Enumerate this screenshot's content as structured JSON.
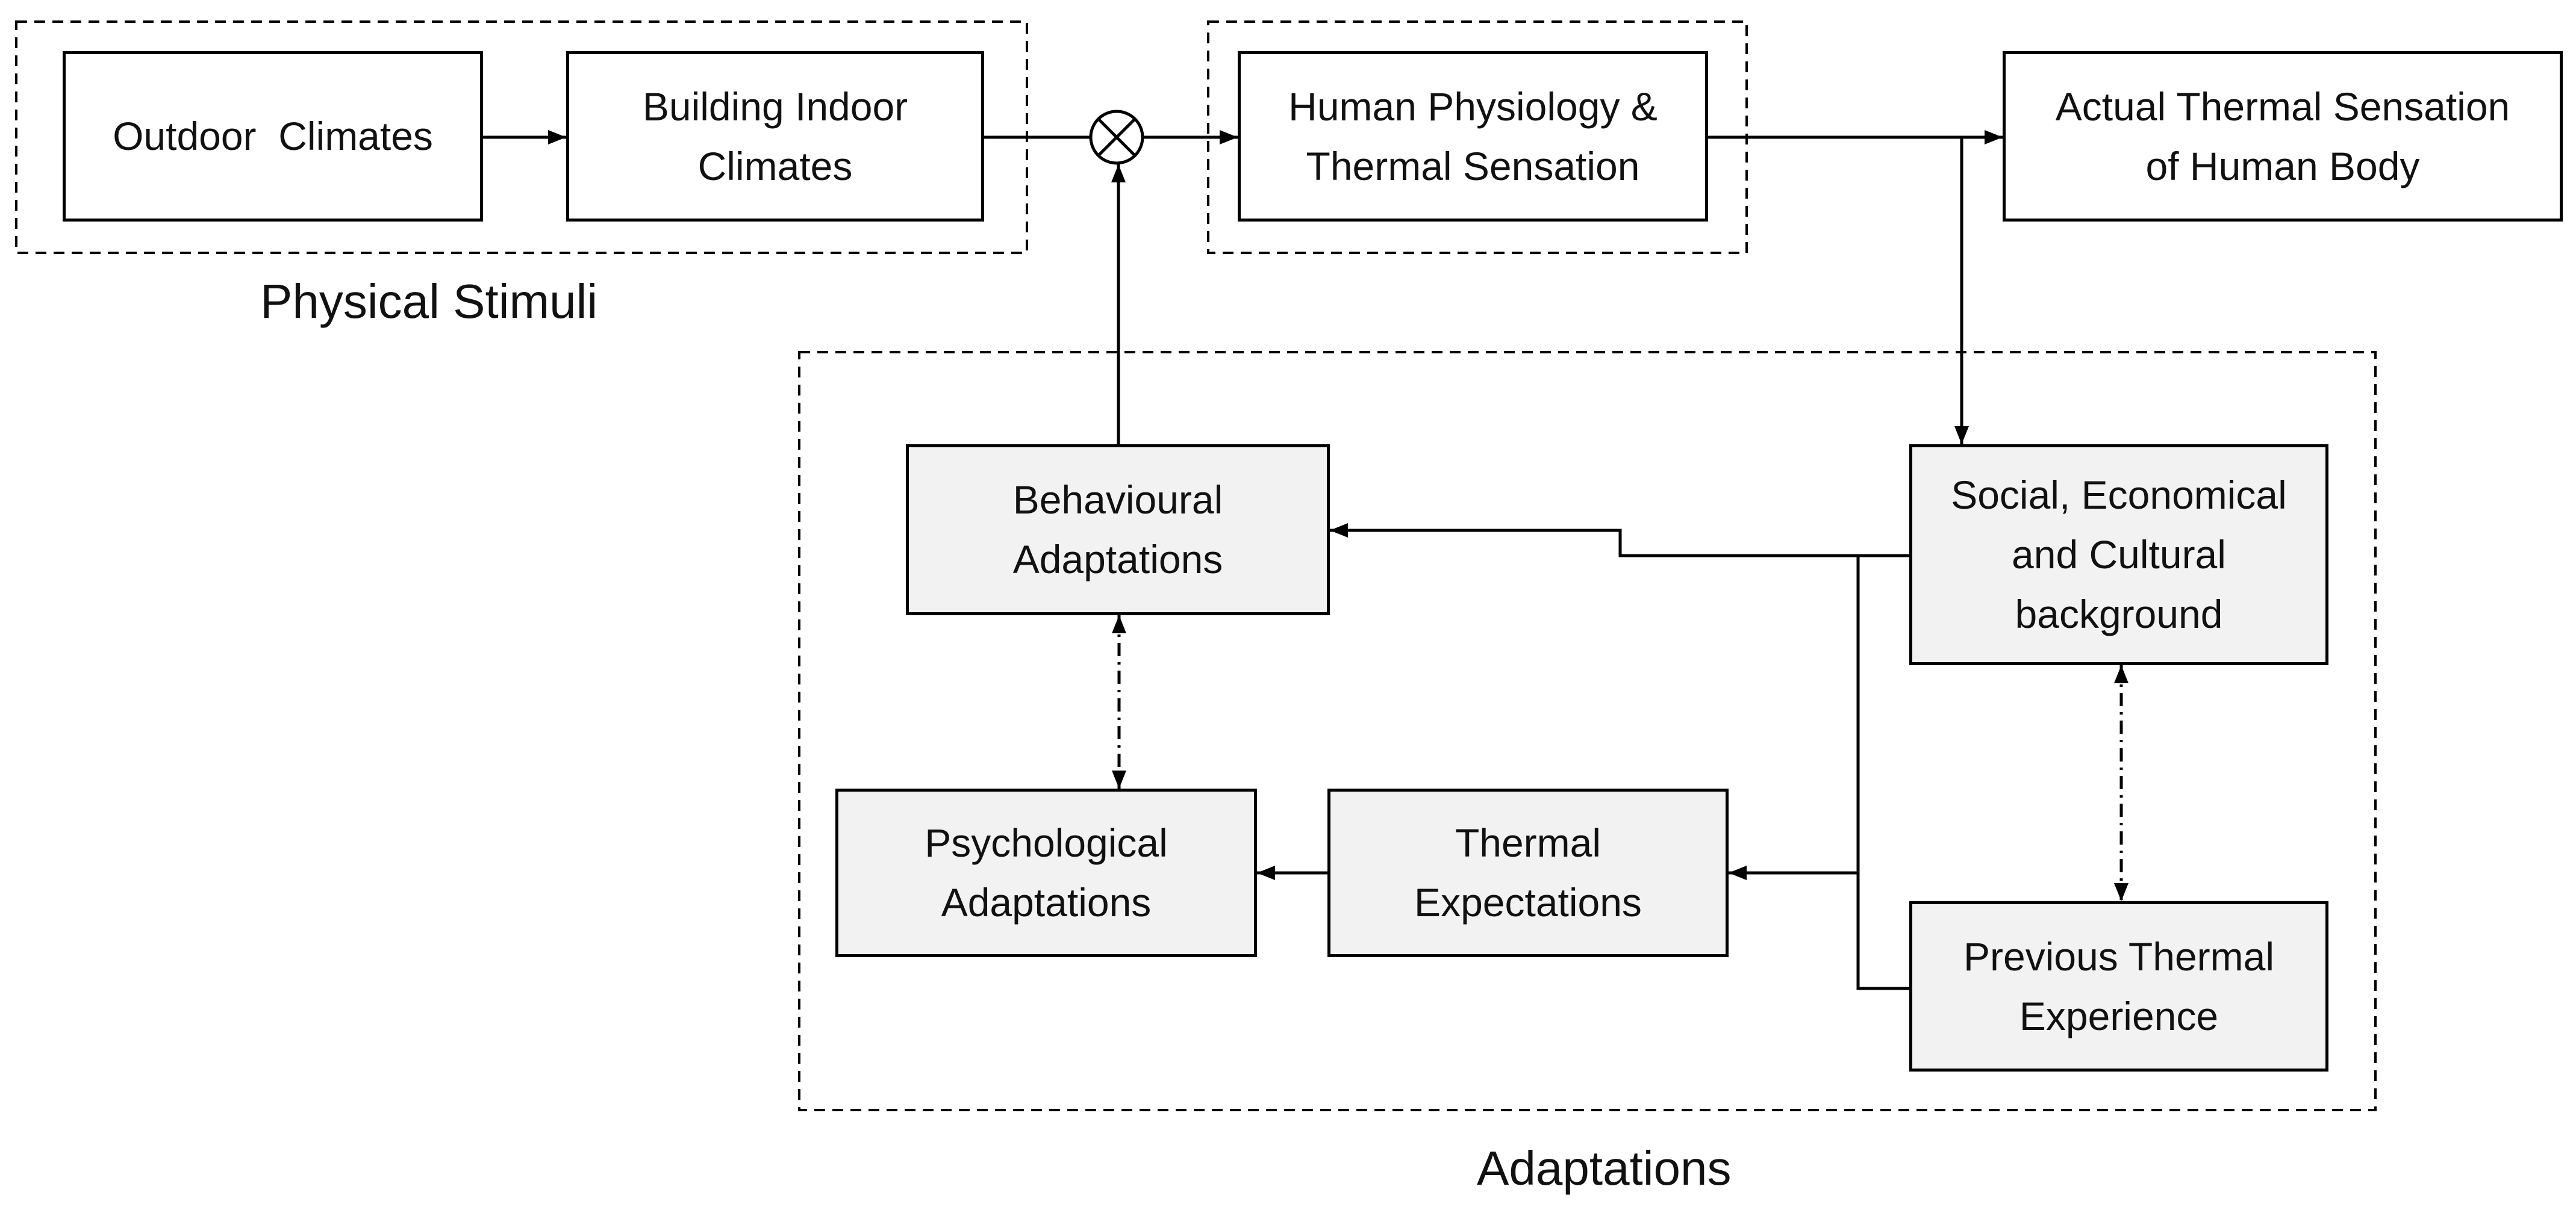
{
  "groups": {
    "physical_stimuli": "Physical Stimuli",
    "adaptations": "Adaptations"
  },
  "nodes": {
    "outdoor_climates": "Outdoor  Climates",
    "building_indoor_climates": "Building Indoor\nClimates",
    "human_physiology": "Human Physiology &\nThermal Sensation",
    "actual_thermal_sensation": "Actual Thermal Sensation\nof Human Body",
    "behavioural_adaptations": "Behavioural\nAdaptations",
    "social_background": "Social, Economical\nand Cultural\nbackground",
    "psychological_adaptations": "Psychological\nAdaptations",
    "thermal_expectations": "Thermal\nExpectations",
    "previous_thermal_experience": "Previous Thermal\nExperience"
  },
  "connections": [
    {
      "from": "outdoor_climates",
      "to": "building_indoor_climates",
      "style": "solid"
    },
    {
      "from": "building_indoor_climates",
      "to": "summing_junction",
      "style": "solid"
    },
    {
      "from": "summing_junction",
      "to": "human_physiology",
      "style": "solid"
    },
    {
      "from": "human_physiology",
      "to": "actual_thermal_sensation",
      "style": "solid"
    },
    {
      "from": "human_physiology",
      "to": "social_background",
      "style": "solid"
    },
    {
      "from": "behavioural_adaptations",
      "to": "summing_junction",
      "style": "solid"
    },
    {
      "from": "social_background",
      "to": "behavioural_adaptations",
      "style": "solid"
    },
    {
      "from": "social_background",
      "to": "thermal_expectations",
      "style": "solid"
    },
    {
      "from": "previous_thermal_experience",
      "to": "thermal_expectations",
      "style": "solid"
    },
    {
      "from": "thermal_expectations",
      "to": "psychological_adaptations",
      "style": "solid"
    },
    {
      "from": "behavioural_adaptations",
      "to": "psychological_adaptations",
      "style": "dash-dot",
      "bidirectional": true
    },
    {
      "from": "social_background",
      "to": "previous_thermal_experience",
      "style": "dash-dot",
      "bidirectional": true
    }
  ]
}
